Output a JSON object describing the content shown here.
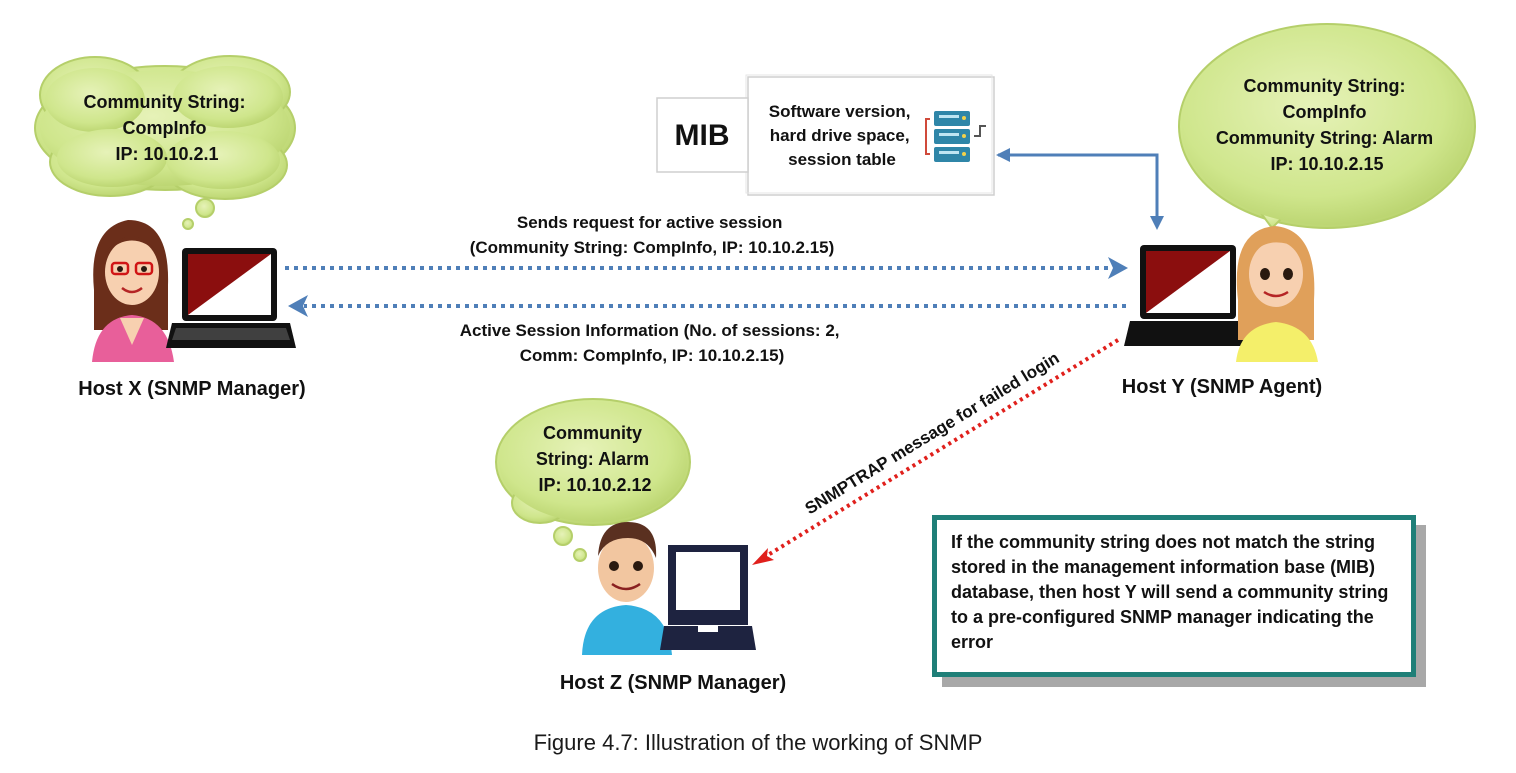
{
  "host_x": {
    "label": "Host X (SNMP Manager)",
    "bubble": [
      "Community String:",
      "CompInfo",
      "IP: 10.10.2.1"
    ]
  },
  "host_y": {
    "label": "Host Y (SNMP Agent)",
    "bubble": [
      "Community String:",
      "CompInfo",
      "Community String: Alarm",
      "IP: 10.10.2.15"
    ]
  },
  "host_z": {
    "label": "Host Z (SNMP Manager)",
    "bubble": [
      "Community",
      "String: Alarm",
      "IP: 10.10.2.12"
    ]
  },
  "mib": {
    "title": "MIB",
    "content": [
      "Software version,",
      "hard drive space,",
      "session table"
    ]
  },
  "request": [
    "Sends request for active session",
    "(Community String: CompInfo,  IP: 10.10.2.15)"
  ],
  "response": [
    "Active Session Information (No. of sessions: 2,",
    "Comm: CompInfo,  IP: 10.10.2.15)"
  ],
  "trap": "SNMPTRAP message for failed login",
  "note": "If the community string does not match the string stored in the management information base (MIB) database, then host Y will send a community string to a pre-configured SNMP manager indicating the error",
  "caption": "Figure 4.7: Illustration of the working of SNMP",
  "colors": {
    "bubble_fill": "#cfe68c",
    "bubble_stroke": "#b5cf6a",
    "blue_arrow": "#4f7fb8",
    "red_arrow": "#e0201c",
    "note_border": "#1f7f78"
  }
}
